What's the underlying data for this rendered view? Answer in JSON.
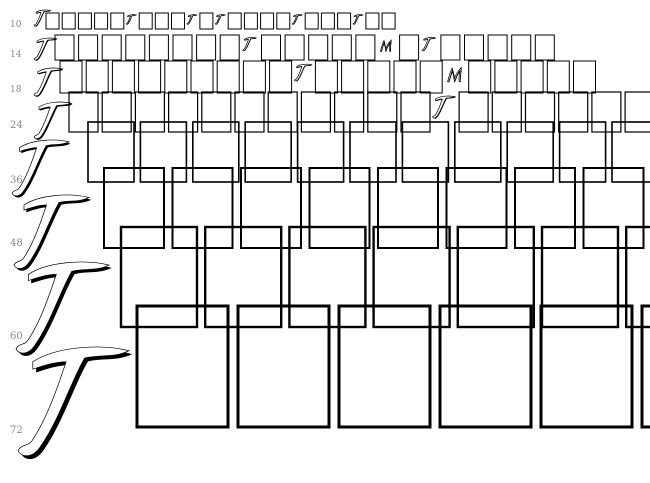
{
  "preview": {
    "sample_rows": [
      {
        "size_label": "10"
      },
      {
        "size_label": "14"
      },
      {
        "size_label": "18"
      },
      {
        "size_label": "24"
      },
      {
        "size_label": "36"
      },
      {
        "size_label": "48"
      },
      {
        "size_label": "60"
      },
      {
        "size_label": "72"
      }
    ],
    "colors": {
      "background": "#ffffff",
      "glyph_outline": "#000000",
      "size_label": "#888888"
    },
    "glyph_names": [
      "script-capital-t-glyph",
      "script-capital-m-glyph",
      "missing-glyph-box"
    ]
  }
}
